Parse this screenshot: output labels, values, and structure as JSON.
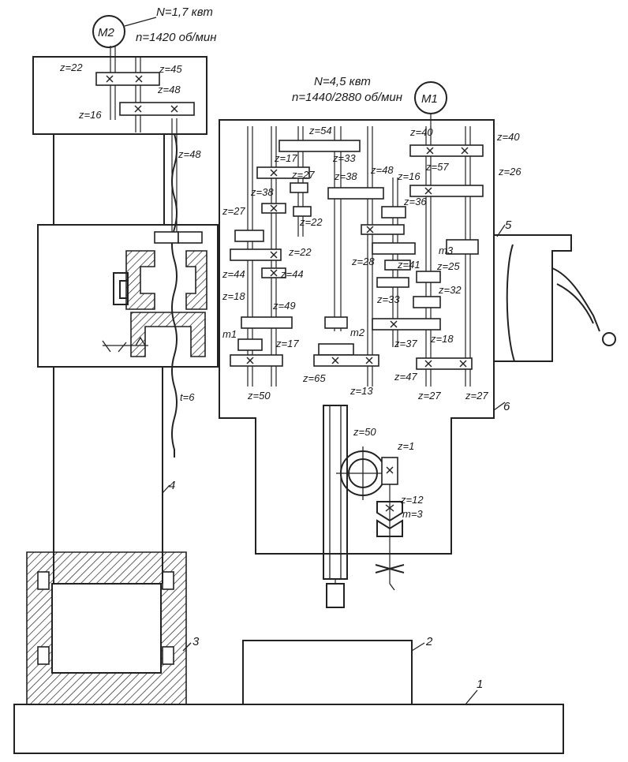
{
  "motor2": {
    "name": "M2",
    "power": "N=1,7 квт",
    "speed": "n=1420 об/мин"
  },
  "motor1": {
    "name": "M1",
    "power": "N=4,5 квт",
    "speed": "n=1440/2880 об/мин"
  },
  "gear_labels": {
    "z22_top": "z=22",
    "z45_top": "z=45",
    "z48_top": "z=48",
    "z16_top": "z=16",
    "z54": "z=54",
    "z17a": "z=17",
    "z33a": "z=33",
    "z40a": "z=40",
    "z40b": "z=40",
    "z48b": "z=48",
    "z27a": "z=27",
    "z38a": "z=38",
    "z48c": "z=48",
    "z16b": "z=16",
    "z57": "z=57",
    "z26": "z=26",
    "z38b": "z=38",
    "z22b": "z=22",
    "z36": "z=36",
    "z27b": "z=27",
    "z22c": "z=22",
    "z28": "z=28",
    "z41": "z=41",
    "z44a": "z=44",
    "z44b": "z=44",
    "z25": "z=25",
    "z33b": "z=33",
    "z32": "z=32",
    "z18a": "z=18",
    "z49": "z=49",
    "z37": "z=37",
    "z18b": "z=18",
    "z17b": "z=17",
    "z50a": "z=50",
    "z65": "z=65",
    "z13": "z=13",
    "z47": "z=47",
    "z27c": "z=27",
    "z27d": "z=27",
    "z50b": "z=50",
    "z1": "z=1",
    "z12": "z=12",
    "m3": "m=3",
    "t6": "t=6",
    "m1": "m1",
    "m2": "m2",
    "m3b": "m3"
  },
  "part_numbers": {
    "p1": "1",
    "p2": "2",
    "p3": "3",
    "p4": "4",
    "p5": "5",
    "p6": "6"
  }
}
